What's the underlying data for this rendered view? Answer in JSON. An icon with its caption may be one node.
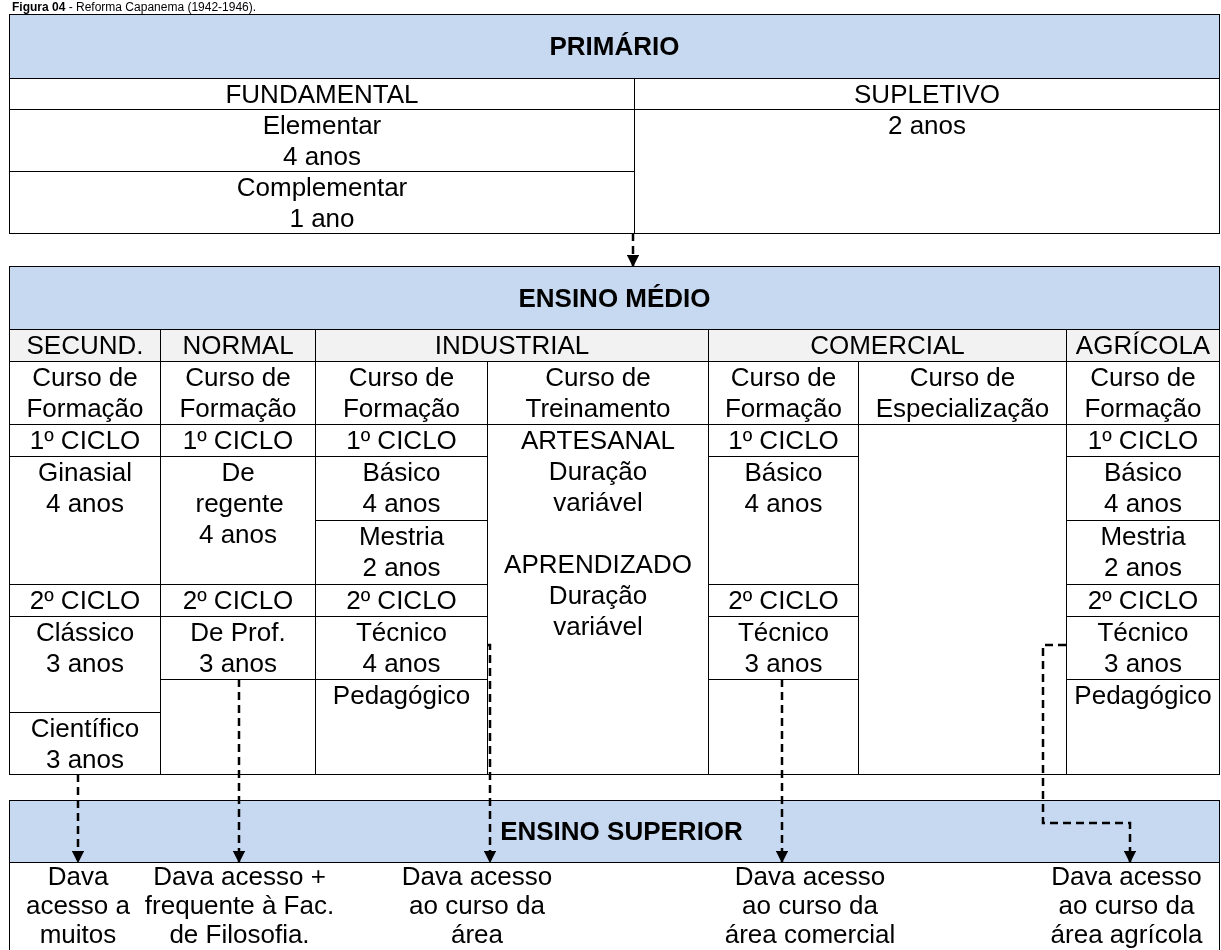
{
  "diagram": {
    "title": "**Figura 04** - Reforma Capanema (1942-1946).",
    "nodes": [
      {
        "text": [
          "PRIMÁRIO"
        ]
      },
      {
        "text": [
          "FUNDAMENTAL"
        ],
        "in": 0
      },
      {
        "text": [
          "SUPLETIVO"
        ],
        "in": 0
      },
      {
        "text": [
          "Elementar 4 anos"
        ],
        "in": 0
      },
      {
        "text": [
          "2 anos"
        ],
        "in": 0
      },
      {
        "text": [
          "Complementar 1 ano"
        ],
        "in": 0
      },
      {
        "text": [
          "ENSINO MÉDIO"
        ]
      },
      {
        "text": [
          "SECUND."
        ],
        "in": 6
      },
      {
        "text": [
          "NORMAL"
        ],
        "in": 6
      },
      {
        "text": [
          "INDUSTRIAL"
        ],
        "in": 6
      },
      {
        "text": [
          "COMERCIAL"
        ],
        "in": 6
      },
      {
        "text": [
          "AGRÍCOLA"
        ],
        "in": 6
      },
      {
        "text": [
          "Curso de Formação"
        ],
        "in": 6
      },
      {
        "text": [
          "Curso de Formação"
        ],
        "in": 6
      },
      {
        "text": [
          "Curso de Formação"
        ],
        "in": 6
      },
      {
        "text": [
          "Curso de Treinamento"
        ],
        "in": 6
      },
      {
        "text": [
          "Curso de Formação"
        ],
        "in": 6
      },
      {
        "text": [
          "Curso de Especialização"
        ],
        "in": 6
      },
      {
        "text": [
          "Curso de Formação"
        ],
        "in": 6
      },
      {
        "text": [
          "1º CICLO"
        ],
        "in": 6
      },
      {
        "text": [
          "1º CICLO"
        ],
        "in": 6
      },
      {
        "text": [
          "1º CICLO"
        ],
        "in": 6
      },
      {
        "text": [
          "ARTESANAL Duração variável",
          "APRENDIZADO Duração variável"
        ],
        "in": 6
      },
      {
        "text": [
          "1º CICLO"
        ],
        "in": 6
      },
      {
        "text": [
          "1º CICLO"
        ],
        "in": 6
      },
      {
        "text": [
          "Ginasial 4 anos"
        ],
        "in": 6
      },
      {
        "text": [
          "De regente 4 anos"
        ],
        "in": 6
      },
      {
        "text": [
          "Básico 4 anos"
        ],
        "in": 6
      },
      {
        "text": [
          "Básico 4 anos"
        ],
        "in": 6
      },
      {
        "text": [
          "Básico 4 anos"
        ],
        "in": 6
      },
      {
        "text": [
          "Mestria 2 anos"
        ],
        "in": 6
      },
      {
        "text": [
          "Mestria 2 anos"
        ],
        "in": 6
      },
      {
        "text": [
          "2º CICLO"
        ],
        "in": 6
      },
      {
        "text": [
          "2º CICLO"
        ],
        "in": 6
      },
      {
        "text": [
          "2º CICLO"
        ],
        "in": 6
      },
      {
        "text": [
          "2º CICLO"
        ],
        "in": 6
      },
      {
        "text": [
          "2º CICLO"
        ],
        "in": 6
      },
      {
        "text": [
          "Clássico 3 anos"
        ],
        "in": 6
      },
      {
        "text": [
          "De Prof. 3 anos"
        ],
        "in": 6
      },
      {
        "text": [
          "Técnico 4 anos"
        ],
        "in": 6
      },
      {
        "text": [
          "Técnico 3 anos"
        ],
        "in": 6
      },
      {
        "text": [
          "Técnico 3 anos"
        ],
        "in": 6
      },
      {
        "text": [
          "Pedagógico"
        ],
        "in": 6
      },
      {
        "text": [
          "Pedagógico"
        ],
        "in": 6
      },
      {
        "text": [
          "Científico 3 anos"
        ],
        "in": 6
      },
      {
        "text": [
          "ENSINO SUPERIOR"
        ]
      },
      {
        "text": [
          "Dava acesso a muitos"
        ],
        "in": 45
      },
      {
        "text": [
          "Dava acesso + frequente à Fac. de Filosofia."
        ],
        "in": 45
      },
      {
        "text": [
          "Dava acesso ao curso da área"
        ],
        "in": 45
      },
      {
        "text": [
          "Dava acesso ao curso da área comercial"
        ],
        "in": 45
      },
      {
        "text": [
          "Dava acesso ao curso da área agrícola"
        ],
        "in": 45
      }
    ],
    "edges": [
      {
        "from": 0,
        "to": 6,
        "arrow": "to",
        "style": "dashed"
      },
      {
        "from": 44,
        "to": 46,
        "arrow": "to",
        "style": "dashed"
      },
      {
        "from": 38,
        "to": 47,
        "arrow": "to",
        "style": "dashed"
      },
      {
        "from": 39,
        "to": 48,
        "arrow": "to",
        "style": "dashed"
      },
      {
        "from": 40,
        "to": 49,
        "arrow": "to",
        "style": "dashed"
      },
      {
        "from": 41,
        "to": 50,
        "arrow": "to",
        "style": "dashed"
      }
    ]
  }
}
